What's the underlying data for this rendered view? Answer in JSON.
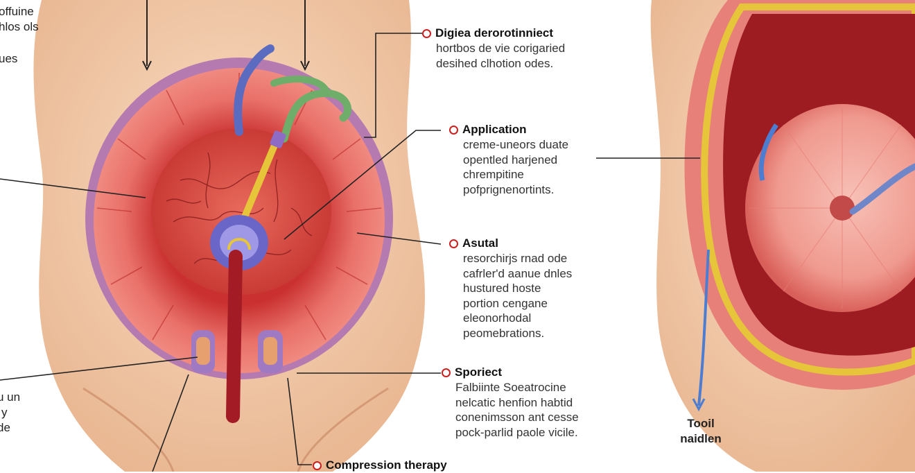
{
  "left_edge_labels": {
    "top": [
      "offuine",
      "hlos ols"
    ],
    "middle": "ues",
    "bottom": [
      "u un",
      "y",
      "de"
    ]
  },
  "callouts": [
    {
      "heading": "Digiea derorotinniect",
      "lines": [
        "hortbos de vie corigaried",
        "desihed clhotion odes."
      ]
    },
    {
      "heading": "Application",
      "lines": [
        "creme-uneors duate",
        "opentled harjened",
        "chrempitine",
        "pofprignenortints."
      ]
    },
    {
      "heading": "Asutal",
      "lines": [
        "resorchirjs rnad ode",
        "cafrler'd aanue dnles",
        "hustured hoste",
        "portion cengane",
        "eleonorhodal",
        "peomebrations."
      ]
    },
    {
      "heading": "Sporiect",
      "lines": [
        "Falbiinte Soeatrocine",
        "nelcatic henfion habtid",
        "conenimsson ant cesse",
        "pock-parlid paole vicile."
      ]
    },
    {
      "heading": "Compression therapy",
      "lines": []
    }
  ],
  "right_label": [
    "Tooil",
    "naidlen"
  ],
  "colors": {
    "skin": "#f2c9a6",
    "tissue": "#e05a55",
    "tissue_dark": "#b8262a",
    "vessel": "#a31b24",
    "membrane": "#b57ab0",
    "marker": "#cc1f1f"
  }
}
